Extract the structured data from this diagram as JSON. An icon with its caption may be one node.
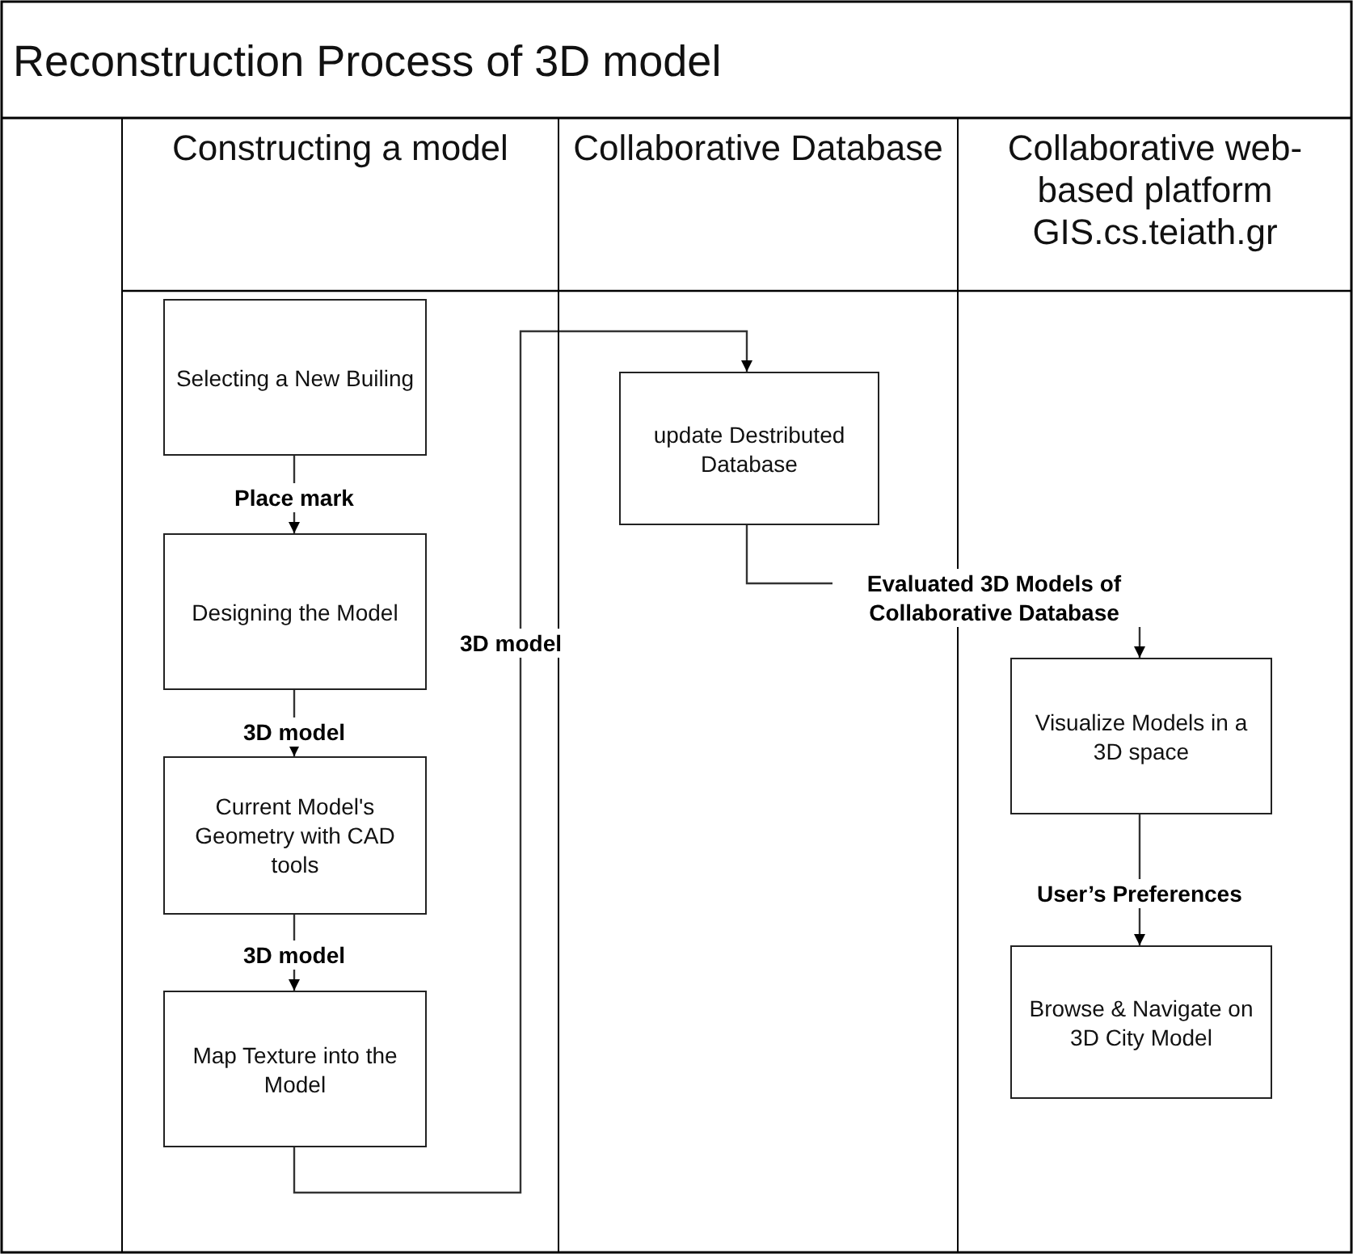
{
  "diagram": {
    "title": "Reconstruction Process of 3D model",
    "nodes": [
      {
        "text": [
          "Constructing a model"
        ]
      },
      {
        "text": [
          "Collaborative Database"
        ]
      },
      {
        "text": [
          "Collaborative web-based platform GIS.cs.teiath.gr"
        ]
      },
      {
        "text": [
          "Selecting a New Builing"
        ],
        "in": 0
      },
      {
        "text": [
          "Designing the Model"
        ],
        "in": 0
      },
      {
        "text": [
          "Current Model's Geometry with CAD tools"
        ],
        "in": 0
      },
      {
        "text": [
          "Map Texture into the Model"
        ],
        "in": 0
      },
      {
        "text": [
          "update Destributed Database"
        ],
        "in": 1
      },
      {
        "text": [
          "Visualize Models in a 3D space"
        ],
        "in": 2
      },
      {
        "text": [
          "Browse & Navigate on 3D City Model"
        ],
        "in": 2
      }
    ],
    "edges": [
      {
        "from": 3,
        "to": 4,
        "arrow": "to",
        "label": "Place mark"
      },
      {
        "from": 4,
        "to": 5,
        "arrow": "to",
        "label": "3D model"
      },
      {
        "from": 5,
        "to": 6,
        "arrow": "to",
        "label": "3D model"
      },
      {
        "from": 6,
        "to": 7,
        "arrow": "to",
        "label": "3D model"
      },
      {
        "from": 7,
        "to": 8,
        "arrow": "to",
        "label": "Evaluated 3D Models of Collaborative Database"
      },
      {
        "from": 8,
        "to": 9,
        "arrow": "to",
        "label": "User’s Preferences"
      }
    ]
  }
}
